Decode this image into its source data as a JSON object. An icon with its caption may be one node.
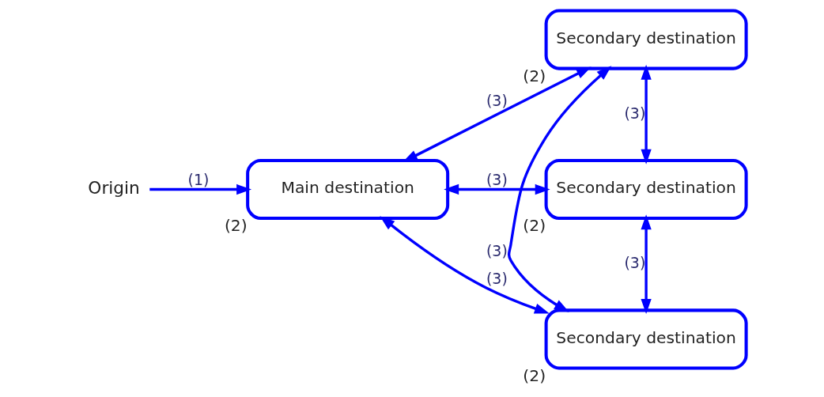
{
  "diagram": {
    "nodes": [
      {
        "text": [
          "Origin"
        ]
      },
      {
        "text": [
          "Main destination"
        ],
        "beside": [
          "(2)"
        ]
      },
      {
        "text": [
          "Secondary destination"
        ],
        "beside": [
          "(2)"
        ]
      },
      {
        "text": [
          "Secondary destination"
        ],
        "beside": [
          "(2)"
        ]
      },
      {
        "text": [
          "Secondary destination"
        ],
        "beside": [
          "(2)"
        ]
      }
    ],
    "edges": [
      {
        "from": 0,
        "to": 1,
        "arrow": "to",
        "label": "(1)"
      },
      {
        "from": 1,
        "to": 2,
        "arrow": "both",
        "label": "(3)"
      },
      {
        "from": 1,
        "to": 3,
        "arrow": "both",
        "label": "(3)"
      },
      {
        "from": 1,
        "to": 4,
        "arrow": "both",
        "label": "(3)"
      },
      {
        "from": 2,
        "to": 3,
        "arrow": "both",
        "label": "(3)"
      },
      {
        "from": 3,
        "to": 4,
        "arrow": "both",
        "label": "(3)"
      },
      {
        "from": 2,
        "to": 4,
        "arrow": "both",
        "label": "(3)"
      }
    ]
  }
}
